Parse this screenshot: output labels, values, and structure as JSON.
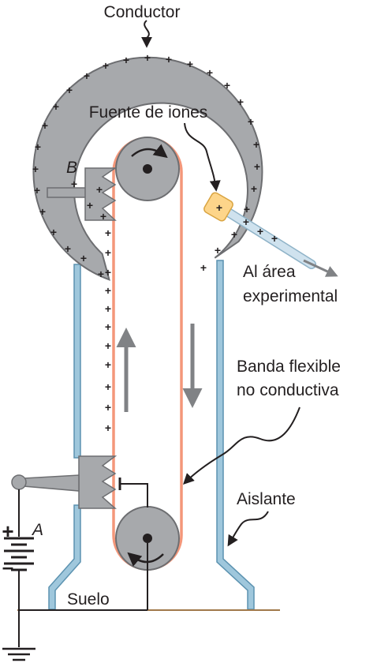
{
  "labels": {
    "conductor": "Conductor",
    "ion_source": "Fuente de iones",
    "to_area_line1": "Al área",
    "to_area_line2": "experimental",
    "belt_line1": "Banda flexible",
    "belt_line2": "no conductiva",
    "insulator": "Aislante",
    "ground": "Suelo",
    "point_a": "A",
    "point_b": "B"
  },
  "symbols": {
    "charge": "+",
    "battery_positive": "+",
    "battery_negative": "–"
  },
  "colors": {
    "conductor_gray": "#a7a9ac",
    "conductor_stroke": "#6d6e71",
    "belt": "#f4977a",
    "insulator": "#9fc7dc",
    "insulator_stroke": "#5b92b0",
    "ion_source": "#fdd58a",
    "beam": "#cfe2ee",
    "ground_line": "#a0784a",
    "arrow_gray": "#808285",
    "text": "#231f20"
  }
}
